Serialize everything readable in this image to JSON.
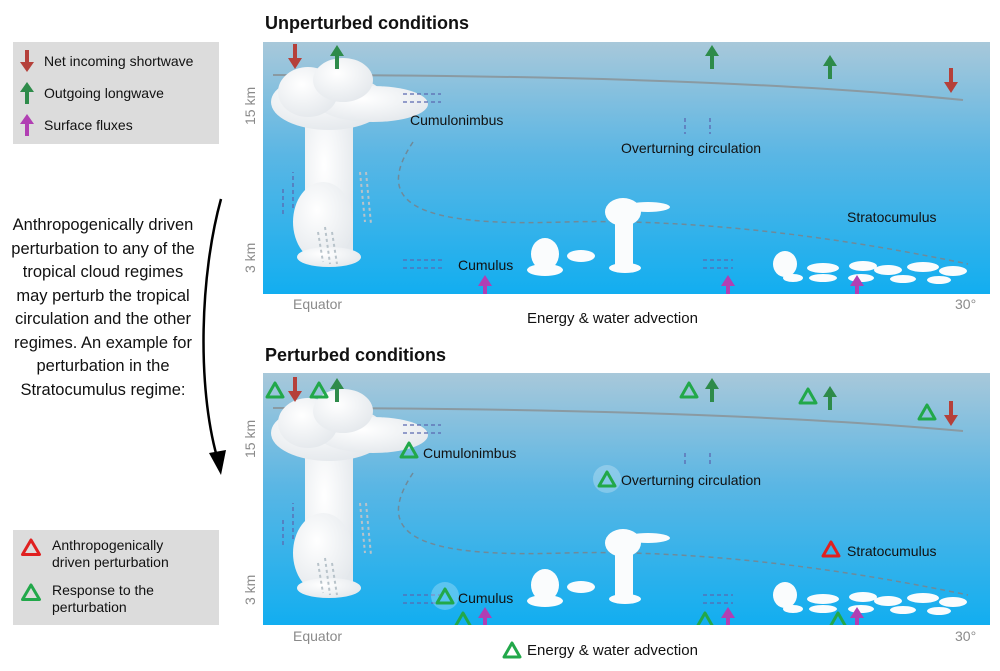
{
  "panels": {
    "top_title": "Unperturbed conditions",
    "bottom_title": "Perturbed conditions"
  },
  "legend_top": {
    "shortwave": "Net incoming shortwave",
    "longwave": "Outgoing longwave",
    "surface": "Surface fluxes"
  },
  "narrative": "Anthropogenically driven perturbation to any of the tropical cloud regimes may perturb the tropical circulation and the other regimes. An example for perturbation in the Stratocumulus regime:",
  "legend_bottom": {
    "anthropogenic": "Anthropogenically driven perturbation",
    "response": "Response to the perturbation"
  },
  "labels": {
    "cumulonimbus": "Cumulonimbus",
    "overturning": "Overturning circulation",
    "stratocumulus": "Stratocumulus",
    "cumulus": "Cumulus",
    "advection": "Energy & water advection"
  },
  "axes": {
    "equator": "Equator",
    "thirty": "30°",
    "km15": "15 km",
    "km3": "3 km"
  },
  "colors": {
    "shortwave": "#b5403a",
    "longwave": "#2e8b4a",
    "surface": "#b13fb3",
    "anthropogenic_triangle": "#e02020",
    "response_triangle": "#22a84a",
    "sky_top": "#a8c8da",
    "sky_bottom": "#12aef0"
  }
}
